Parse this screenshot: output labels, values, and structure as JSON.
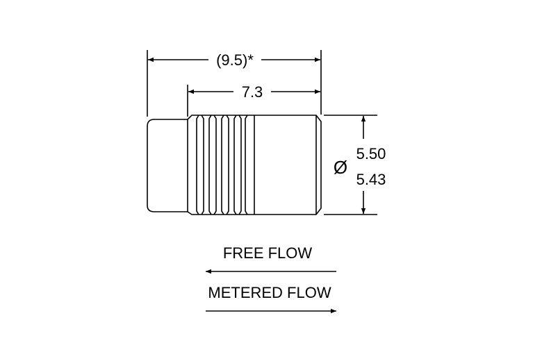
{
  "dimensions": {
    "overall_length": "(9.5)*",
    "body_length": "7.3",
    "diameter_symbol": "Ø",
    "diameter_max": "5.50",
    "diameter_min": "5.43"
  },
  "flow": {
    "free_flow_label": "FREE FLOW",
    "free_flow_direction": "left",
    "metered_flow_label": "METERED FLOW",
    "metered_flow_direction": "right"
  },
  "colors": {
    "line": "#000000",
    "background": "#ffffff"
  }
}
